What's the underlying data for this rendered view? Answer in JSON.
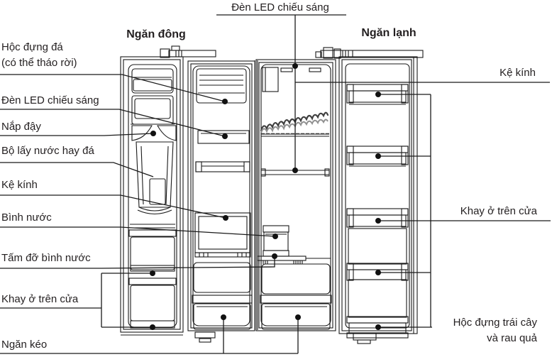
{
  "title_labels": {
    "top_led": "Đèn LED chiếu sáng",
    "freezer_header": "Ngăn đông",
    "fridge_header": "Ngăn lạnh"
  },
  "left_labels": {
    "ice_bin_line1": "Hộc đựng đá",
    "ice_bin_line2": "(có thể tháo rời)",
    "led": "Đèn LED chiếu sáng",
    "cover": "Nắp đậy",
    "dispenser": "Bộ lấy nước hay đá",
    "glass_shelf": "Kệ kính",
    "water_tank": "Bình nước",
    "tank_support": "Tấm đỡ bình nước",
    "door_tray": "Khay ở trên cửa",
    "drawer": "Ngăn kéo"
  },
  "right_labels": {
    "glass_shelf": "Kệ kính",
    "door_tray": "Khay ở trên cửa",
    "fruit_box_line1": "Hộc đựng trái cây",
    "fruit_box_line2": "và rau quả"
  },
  "colors": {
    "line": "#1a1a1a",
    "text": "#231f20",
    "dot": "#111111",
    "background": "#ffffff"
  }
}
